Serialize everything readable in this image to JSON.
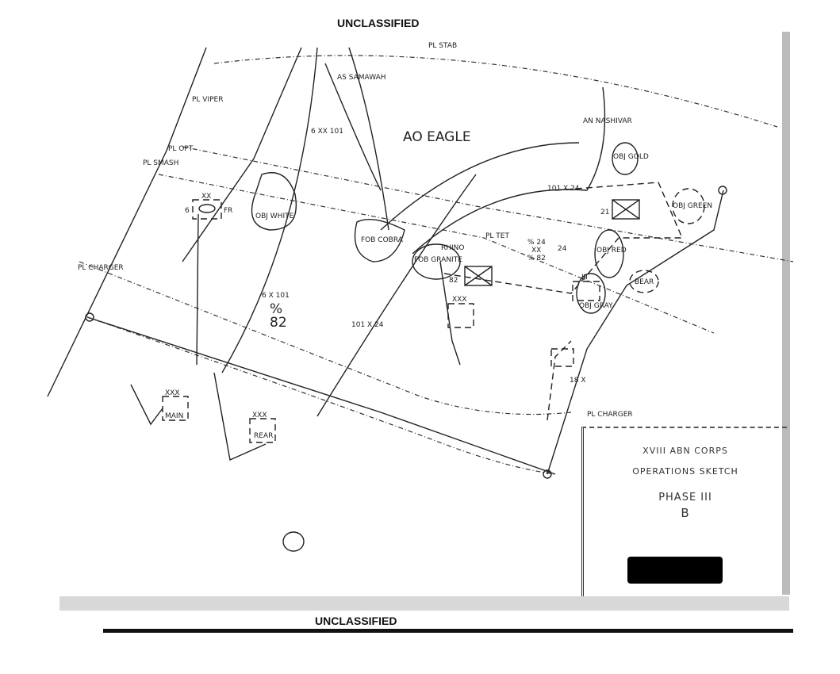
{
  "classification": {
    "top": "UNCLASSIFIED",
    "bottom": "UNCLASSIFIED"
  },
  "sketch_title": {
    "line1": "XVIII ABN CORPS",
    "line2": "OPERATIONS SKETCH",
    "line3": "PHASE III",
    "line4": "B"
  },
  "area_label": "AO EAGLE",
  "phase_lines": {
    "stab": "PL STAB",
    "viper": "PL VIPER",
    "opt": "PL OPT",
    "smash": "PL SMASH",
    "tet": "PL TET",
    "charger_w": "PL CHARGER",
    "charger_e": "PL CHARGER"
  },
  "objectives": {
    "white": "OBJ WHITE",
    "gold": "OBJ GOLD",
    "green": "OBJ GREEN",
    "red": "OBJ RED",
    "gray": "OBJ GRAY",
    "bear": "BEAR"
  },
  "fobs": {
    "cobra": "FOB COBRA",
    "granite": "FOB GRANITE",
    "rhino": "RHINO"
  },
  "places": {
    "nasiriyah": "AN NASHIVAR",
    "samawah": "AS SAMAWAH"
  },
  "unit_labels": {
    "u1": "6 XX 101",
    "u2": "6 X 101",
    "u3": "%",
    "u4": "82",
    "u5": "101 X 24",
    "u6": "% 24",
    "u7": "XX",
    "u8": "% 82",
    "u9": "82",
    "u10": "24",
    "u11": "101 X 24",
    "u12": "18 X",
    "u13": "21",
    "u14": "6",
    "u15": "FR",
    "u16": "XX",
    "u17": "XXX",
    "u18": "XXX",
    "u19": "REAR",
    "u20": "MAIN",
    "u21": "XXX",
    "u22": "III"
  }
}
